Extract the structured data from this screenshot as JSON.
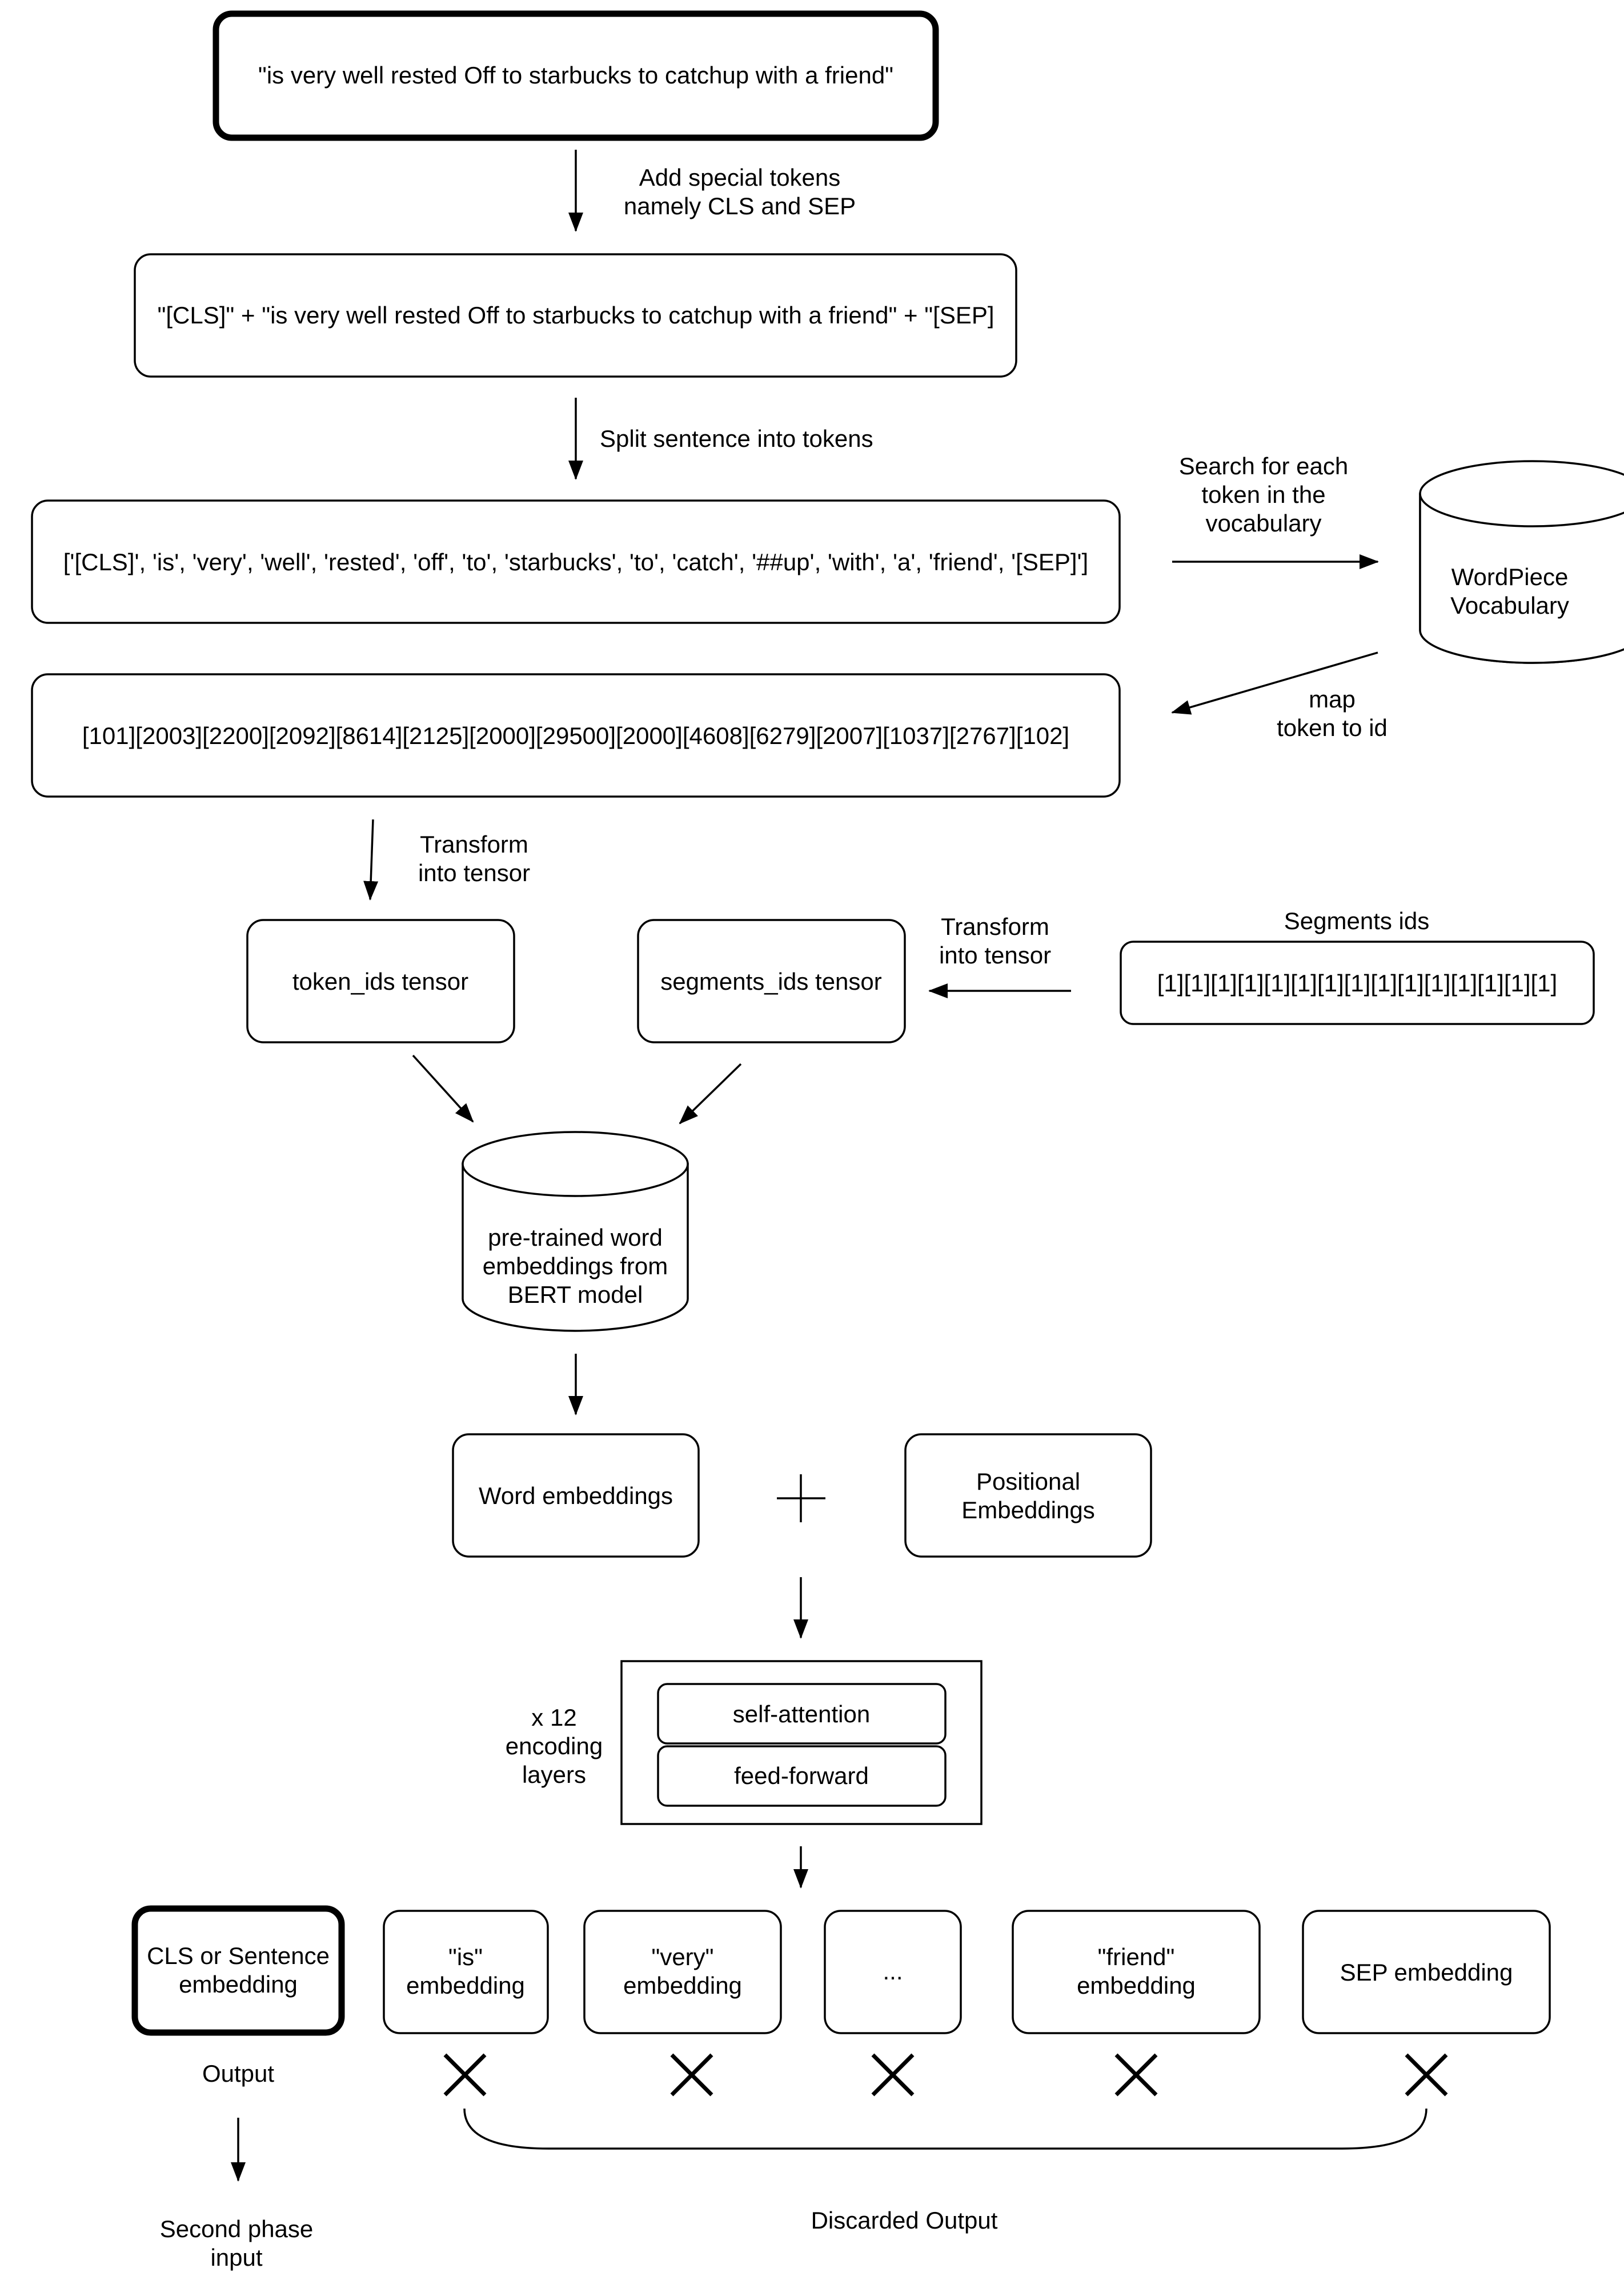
{
  "nodes": {
    "input_sentence": "\"is very well rested Off to starbucks to catchup with a friend\"",
    "special_tokens_sentence": "\"[CLS]\" + \"is very well rested Off to starbucks to catchup with a friend\" + \"[SEP]",
    "tokens": "['[CLS]', 'is', 'very', 'well', 'rested', 'off', 'to', 'starbucks', 'to', 'catch', '##up', 'with', 'a', 'friend', '[SEP]']",
    "wordpiece_vocab": [
      "WordPiece",
      "Vocabulary"
    ],
    "token_ids": "[101][2003][2200][2092][8614][2125][2000][29500][2000][4608][6279][2007][1037][2767][102]",
    "token_ids_tensor": "token_ids tensor",
    "segments_ids_tensor": "segments_ids tensor",
    "segments_ids_title": "Segments ids",
    "segments_ids": "[1][1][1][1][1][1][1][1][1][1][1][1][1][1][1]",
    "bert_embeddings": [
      "pre-trained word",
      "embeddings from",
      "BERT model"
    ],
    "word_embeddings": "Word embeddings",
    "positional_embeddings": [
      "Positional",
      "Embeddings"
    ],
    "self_attention": "self-attention",
    "feed_forward": "feed-forward",
    "encoding_layers": [
      "x 12",
      "encoding",
      "layers"
    ],
    "cls_embedding": [
      "CLS or Sentence",
      "embedding"
    ],
    "is_embedding": [
      "\"is\"",
      "embedding"
    ],
    "very_embedding": [
      "\"very\"",
      "embedding"
    ],
    "ellipsis": "...",
    "friend_embedding": [
      "\"friend\"",
      "embedding"
    ],
    "sep_embedding": "SEP embedding"
  },
  "edge_labels": {
    "add_special_tokens": [
      "Add special tokens",
      "namely CLS and SEP"
    ],
    "split_sentence": "Split sentence into tokens",
    "search_vocab": [
      "Search for each",
      "token in the",
      "vocabulary"
    ],
    "map_token": [
      "map",
      "token to id"
    ],
    "transform_tokens": [
      "Transform",
      "into tensor"
    ],
    "transform_segments": [
      "Transform",
      "into tensor"
    ],
    "output": "Output",
    "second_phase": [
      "Second phase",
      "input"
    ],
    "discarded": "Discarded Output"
  }
}
